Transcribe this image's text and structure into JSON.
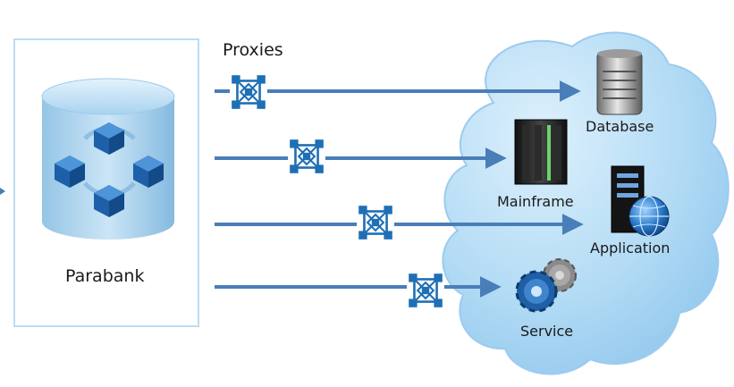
{
  "labels": {
    "proxies": "Proxies",
    "source": "Parabank",
    "targets": [
      "Database",
      "Mainframe",
      "Application",
      "Service"
    ]
  },
  "icons": {
    "source": "database-cubes-icon",
    "proxy": "proxy-network-icon",
    "database": "database-server-icon",
    "mainframe": "mainframe-icon",
    "application": "application-server-globe-icon",
    "service": "gears-icon"
  },
  "colors": {
    "arrow": "#4a7eb8",
    "proxy_icon": "#1f6fb5",
    "cloud": "#a6d4f2",
    "cloud_edge": "#7db8e4",
    "panel_border": "#bcdcf3"
  }
}
